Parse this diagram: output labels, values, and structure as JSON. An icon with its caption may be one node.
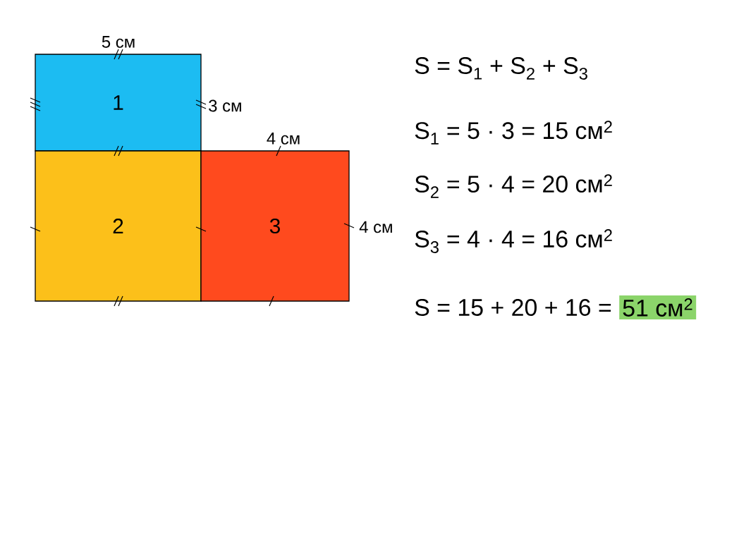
{
  "diagram": {
    "nodes": [
      {
        "text": [
          "1"
        ]
      },
      {
        "text": [
          "2"
        ]
      },
      {
        "text": [
          "3"
        ]
      }
    ],
    "labels": [
      "5 см",
      "3 см",
      "4 см",
      "4 см",
      "S = S$_{1}$ + S$_{2}$ + S$_{3}$",
      "S$_{1}$ = 5 · 3 = 15 см$^{2}$",
      "S$_{2}$ = 5 · 4 = 20 см$^{2}$",
      "S$_{3}$ = 4 · 4 = 16 см$^{2}$",
      "S = 15 + 20 + 16 =",
      "51 см$^{2}$"
    ]
  }
}
